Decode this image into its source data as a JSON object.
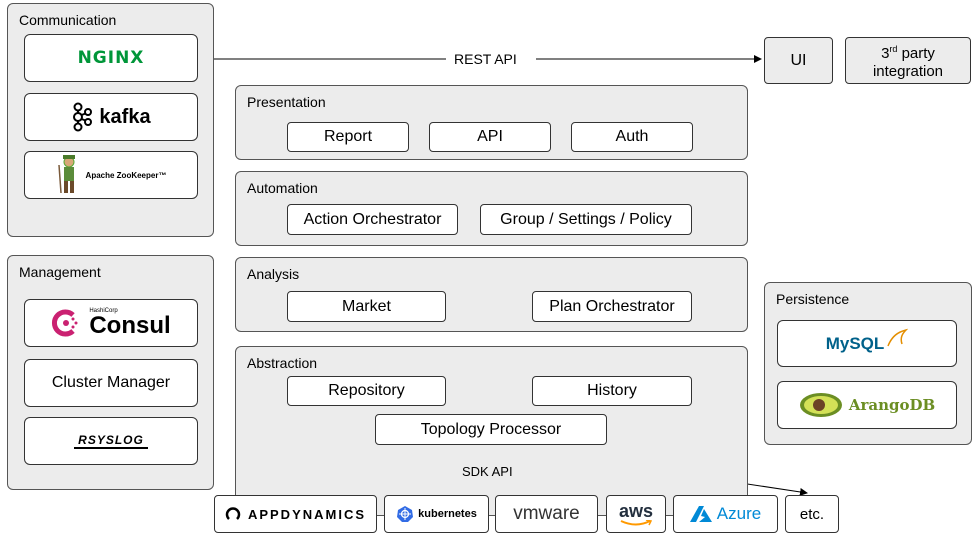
{
  "communication": {
    "title": "Communication",
    "nginx": "NGINX",
    "kafka": "kafka",
    "zookeeper": "Apache ZooKeeper™"
  },
  "management": {
    "title": "Management",
    "consul_brand": "HashiCorp",
    "consul": "Consul",
    "cluster_manager": "Cluster Manager",
    "rsyslog": "RSYSLOG"
  },
  "rest_api": "REST API",
  "ui": "UI",
  "third_party": {
    "prefix": "3",
    "sup": "rd",
    "rest": " party",
    "line2": "integration"
  },
  "presentation": {
    "title": "Presentation",
    "items": [
      "Report",
      "API",
      "Auth"
    ]
  },
  "automation": {
    "title": "Automation",
    "items": [
      "Action Orchestrator",
      "Group / Settings / Policy"
    ]
  },
  "analysis": {
    "title": "Analysis",
    "items": [
      "Market",
      "Plan Orchestrator"
    ]
  },
  "abstraction": {
    "title": "Abstraction",
    "repository": "Repository",
    "history": "History",
    "topology": "Topology Processor",
    "sdk_api": "SDK API"
  },
  "persistence": {
    "title": "Persistence",
    "mysql": "MySQL",
    "arangodb": "ArangoDB"
  },
  "targets": {
    "appdynamics": "APPDYNAMICS",
    "kubernetes": "kubernetes",
    "vmware": "vmware",
    "aws": "aws",
    "azure": "Azure",
    "etc": "etc."
  },
  "colors": {
    "nginx": "#009639",
    "consul": "#ca2171",
    "mysql_blue": "#00618a",
    "mysql_orange": "#e48e00",
    "arango_green": "#6b8e23",
    "azure": "#0089d6",
    "k8s": "#326ce5",
    "aws_orange": "#ff9900"
  }
}
